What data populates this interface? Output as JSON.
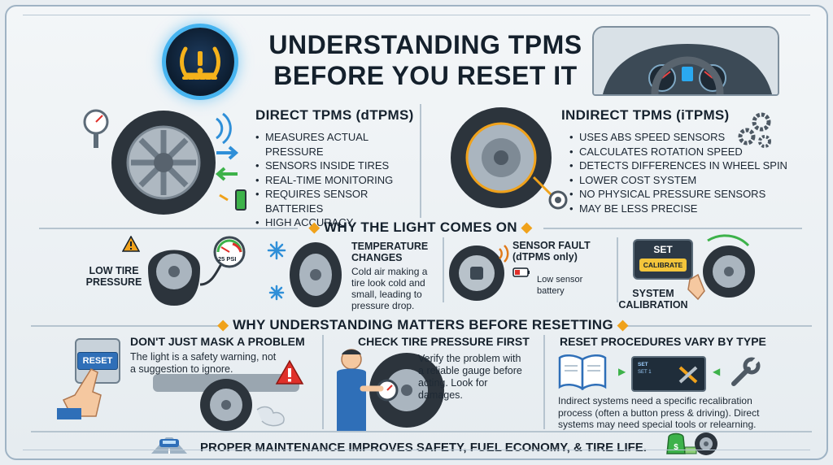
{
  "header": {
    "title_line1": "UNDERSTANDING TPMS",
    "title_line2": "BEFORE YOU RESET IT"
  },
  "direct": {
    "title": "DIRECT TPMS (dTPMS)",
    "items": [
      "MEASURES ACTUAL PRESSURE",
      "SENSORS INSIDE TIRES",
      "REAL-TIME MONITORING",
      "REQUIRES SENSOR BATTERIES",
      "HIGH ACCURACY"
    ]
  },
  "indirect": {
    "title": "INDIRECT TPMS (iTPMS)",
    "items": [
      "USES ABS SPEED SENSORS",
      "CALCULATES ROTATION SPEED",
      "DETECTS DIFFERENCES IN WHEEL SPIN",
      "LOWER COST SYSTEM",
      "NO PHYSICAL PRESSURE SENSORS",
      "MAY BE LESS PRECISE"
    ]
  },
  "why_light": {
    "title": "WHY THE LIGHT COMES ON",
    "low_pressure": "LOW TIRE PRESSURE",
    "gauge_label": "25 PSI",
    "temp_title": "TEMPERATURE CHANGES",
    "temp_text": "Cold air making a tire look cold and small, leading to pressure drop.",
    "sensor_title": "SENSOR FAULT",
    "sensor_sub": "(dTPMS only)",
    "sensor_note": "Low sensor battery",
    "calib_set": "SET",
    "calib_btn": "CALIBRATE",
    "calib_label": "SYSTEM CALIBRATION"
  },
  "matters": {
    "title": "WHY UNDERSTANDING MATTERS BEFORE RESETTING",
    "mask_title": "DON'T JUST MASK A PROBLEM",
    "mask_text": "The light is a safety warning, not a suggestion to ignore.",
    "reset_label": "RESET",
    "check_title": "CHECK TIRE PRESSURE FIRST",
    "check_text": "Verify the problem with a reliable gauge before acting. Look for damages.",
    "proc_title": "RESET PROCEDURES VARY BY TYPE",
    "proc_text": "Indirect systems need a specific recalibration process (often a button press & driving). Direct systems may need special tools or relearning.",
    "screen_set": "SET",
    "screen_line2": "SET 1"
  },
  "footer": {
    "text": "PROPER MAINTENANCE IMPROVES SAFETY, FUEL ECONOMY, & TIRE LIFE."
  },
  "colors": {
    "accent": "#f0a21b",
    "warning": "#e0302a",
    "blue": "#2f8fd8",
    "dark": "#15202b"
  }
}
